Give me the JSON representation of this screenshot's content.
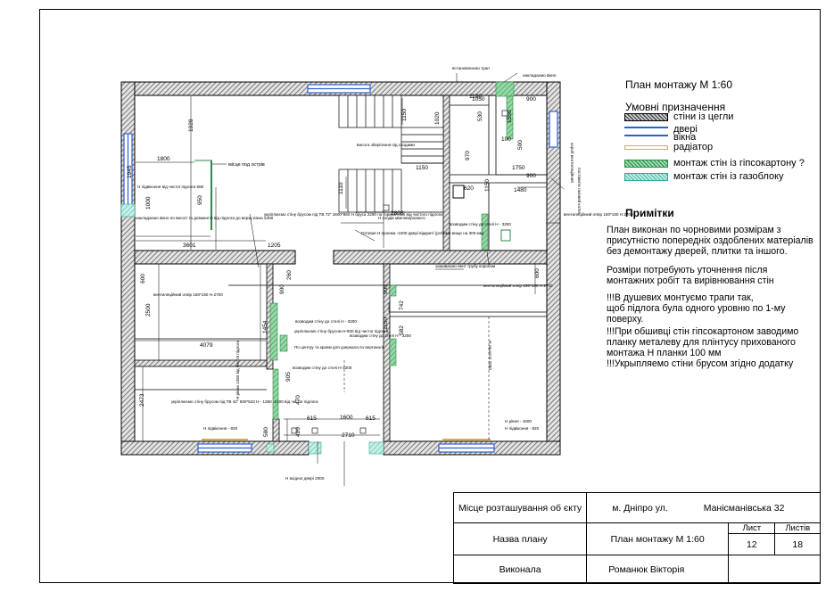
{
  "title": "План монтажу М 1:60",
  "legend": {
    "heading": "Умовні призначення",
    "items": [
      {
        "label": "стіни із цегли",
        "color": "#555555"
      },
      {
        "label": "двері",
        "color": "#2f5fd0"
      },
      {
        "label": "вікна",
        "color": "#2f5fd0"
      },
      {
        "label": "радіатор",
        "color": "#f0a050"
      },
      {
        "label": "монтаж стін із гіпсокартону ?",
        "color": "#58b878"
      },
      {
        "label": "монтаж стін із газоблоку",
        "color": "#7ed6c8"
      }
    ]
  },
  "notes": {
    "heading": "Примітки",
    "lines": [
      "План виконан по чорновими розмірам з",
      "присутністю попередніх оздоблених матеріалів",
      "без демонтажу дверей, плитки та іншого.",
      "Розміри потребують уточнення після",
      "монтажних робіт та вирівнювання стін",
      "!!!В душевих монтуємо трапи так,",
      "щоб підлога була одного уровню по 1-му",
      "поверху.",
      "!!!При обшивці стін гіпсокартоном заводимо",
      "планку металеву для плінтусу прихованого",
      "монтажа Н планки 100 мм",
      "!!!Укрыпляемо стіни брусом згідно додатку"
    ]
  },
  "stamp": {
    "location_label": "Місце розташування об єкту",
    "address_city": "м. Дніпро ул.",
    "address_street": "Манісманівська 32",
    "plan_name_label": "Назва плану",
    "plan_name": "План монтажу М 1:60",
    "sheet_label": "Лист",
    "sheet_value": "12",
    "sheets_label": "Листів",
    "sheets_value": "18",
    "author_label": "Виконала",
    "author": "Романюк Вікторія"
  },
  "plan": {
    "dims": [
      "1928",
      "1800",
      "1945",
      "3601",
      "1205",
      "4079",
      "2473",
      "2500",
      "1150",
      "1150",
      "2808",
      "1110",
      "1480",
      "1750",
      "1600",
      "2710",
      "615",
      "615",
      "1454",
      "1150",
      "900",
      "900",
      "900",
      "600",
      "600",
      "580",
      "620",
      "420",
      "470",
      "260",
      "950",
      "1000",
      "900",
      "1050",
      "100",
      "500",
      "1020",
      "970",
      "742",
      "582",
      "905",
      "530",
      "1100",
      "1150",
      "1550"
    ],
    "labels": [
      "місце под острів",
      "Н підвіконня від чистої підлоги 880",
      "накладаємо вікно по висоті та довжині Н від підлоги до верху вікна 2400",
      "укріплюємо стіну брусом під ТВ 72\" 1600*860 Н бруса 2290 по горизонталі від чистого підлоги",
      "Готовая Н проема -2400 двері відкриті (робимо вище на 300 мм)",
      "накладаємо вікно",
      "встановлюємо трап",
      "вентиляційний отвір 150*150 Н-2700",
      "вентиляційний отвір 150*150 Н 2700",
      "возводим стіну до стелі Н - 3200",
      "возводим стіну до стелі Н - 3200",
      "возводим стіну до стелі Н-3200",
      "возводим стіну до стелі Н - 3200",
      "укріплюємо стіну брусом Н-900 від чистої підлоги",
      "По центру та краям для дзеркала по вертикалі",
      "Н рівна 1450 від чистої підлоги",
      "укріплюємо стіну брусом під ТВ 42\" 930*523 Н - 1360 -1400 від чистої підлоги",
      "Н підвіконня - 920",
      "Н вхідної двері 2000",
      "короб вентиляційний",
      "вентиляційний отвір 150*150 Н 2700",
      "зашиваємо вент трубу коробом",
      "Н зашитої 2050",
      "Н рівня - 1600",
      "Н підвіконня - 920",
      "висота зберігання під сходами",
      "поставити газовий котел",
      "Н сходів міжповерхового"
    ]
  }
}
